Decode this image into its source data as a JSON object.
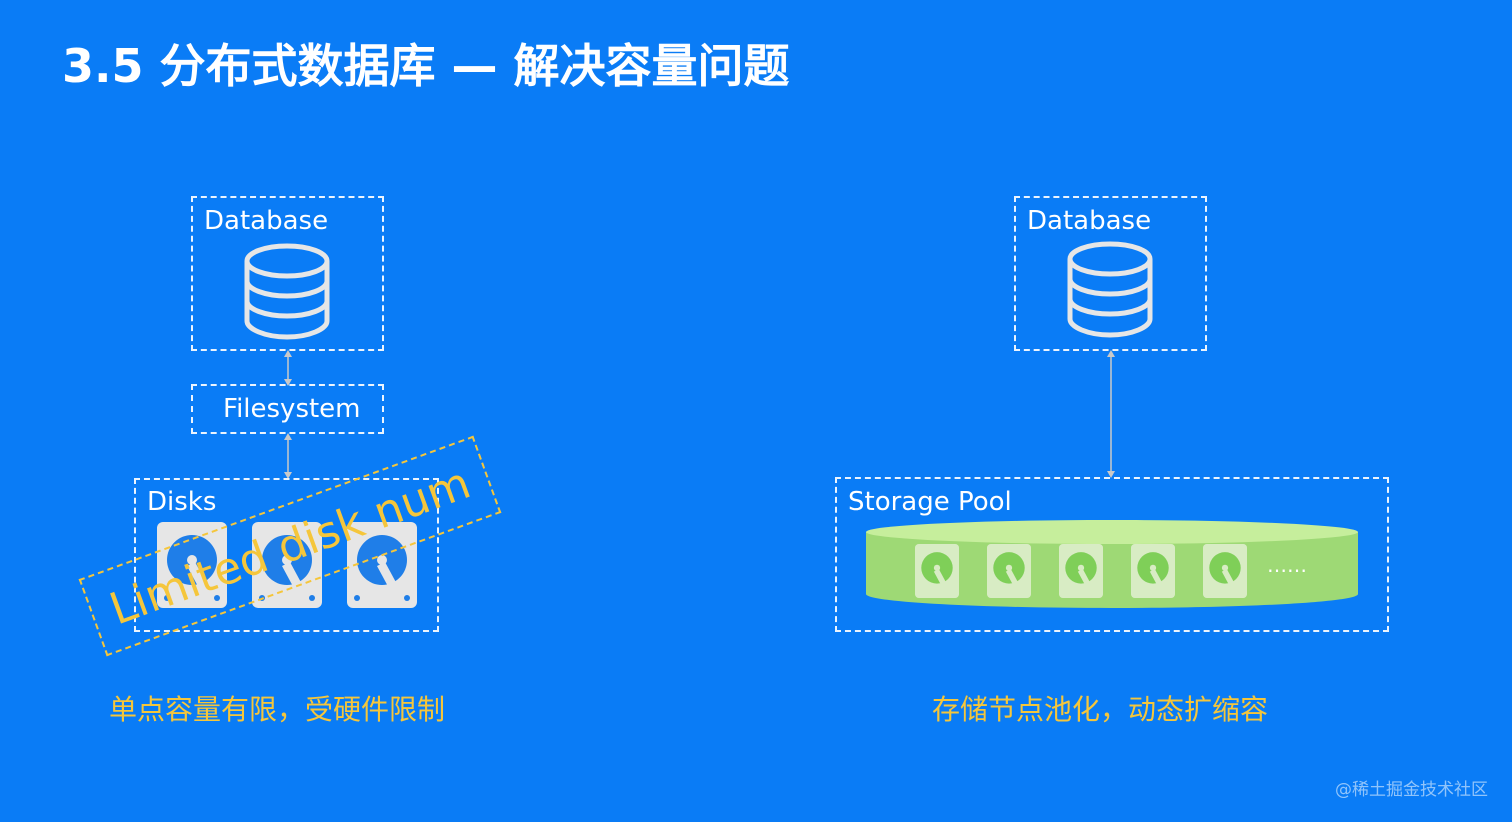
{
  "title": "3.5 分布式数据库 — 解决容量问题",
  "left": {
    "database_label": "Database",
    "filesystem_label": "Filesystem",
    "disks_label": "Disks",
    "stamp": "Limited disk num",
    "caption": "单点容量有限，受硬件限制"
  },
  "right": {
    "database_label": "Database",
    "storage_pool_label": "Storage Pool",
    "more_indicator": "……",
    "caption": "存储节点池化，动态扩缩容"
  },
  "watermark": "@稀土掘金技术社区",
  "colors": {
    "background": "#0a7cf6",
    "accent_yellow": "#f5c63b",
    "pool_green": "#a8e07c",
    "disk_gray": "#e8e8e8"
  }
}
